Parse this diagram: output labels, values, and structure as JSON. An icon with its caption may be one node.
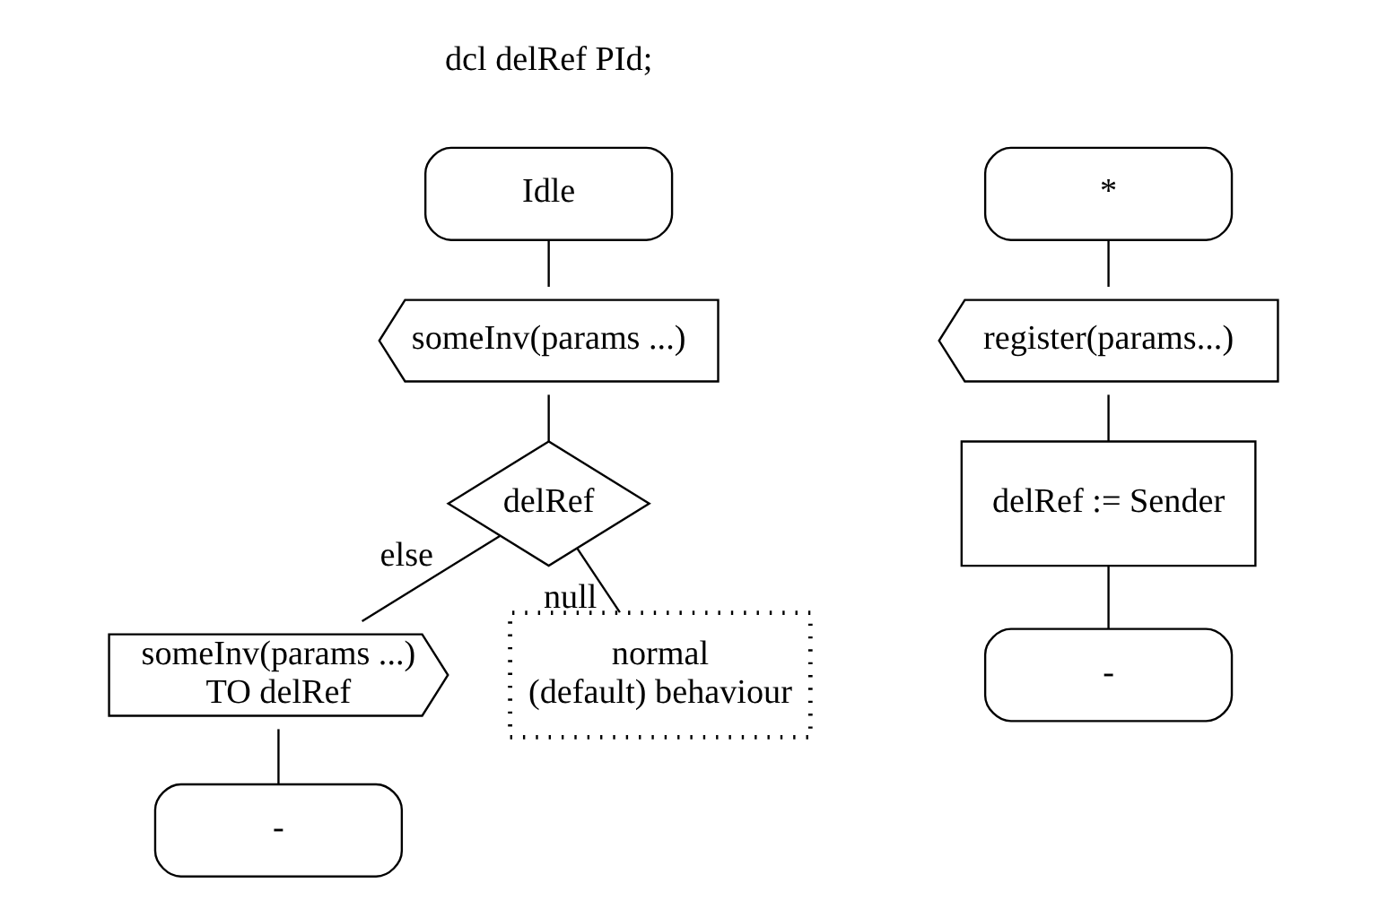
{
  "diagram": {
    "nodes": [
      {
        "text": [
          "Idle"
        ]
      },
      {
        "text": [
          "someInv(params ...)"
        ]
      },
      {
        "text": [
          "delRef"
        ]
      },
      {
        "text": [
          "someInv(params ...) TO delRef"
        ]
      },
      {
        "text": [
          "normal (default) behaviour"
        ]
      },
      {
        "text": [
          "-"
        ]
      },
      {
        "text": [
          "*"
        ]
      },
      {
        "text": [
          "register(params...)"
        ]
      },
      {
        "text": [
          "delRef := Sender"
        ]
      },
      {
        "text": [
          "-"
        ]
      }
    ],
    "edges": [
      {
        "from": 0,
        "to": 1,
        "arrow": "none"
      },
      {
        "from": 1,
        "to": 2,
        "arrow": "none"
      },
      {
        "from": 2,
        "to": 3,
        "arrow": "none",
        "label": "else"
      },
      {
        "from": 2,
        "to": 4,
        "arrow": "none",
        "label": "null"
      },
      {
        "from": 3,
        "to": 5,
        "arrow": "none"
      },
      {
        "from": 6,
        "to": 7,
        "arrow": "none"
      },
      {
        "from": 7,
        "to": 8,
        "arrow": "none"
      },
      {
        "from": 8,
        "to": 9,
        "arrow": "none"
      }
    ],
    "labels": [
      "dcl delRef PId;"
    ]
  }
}
